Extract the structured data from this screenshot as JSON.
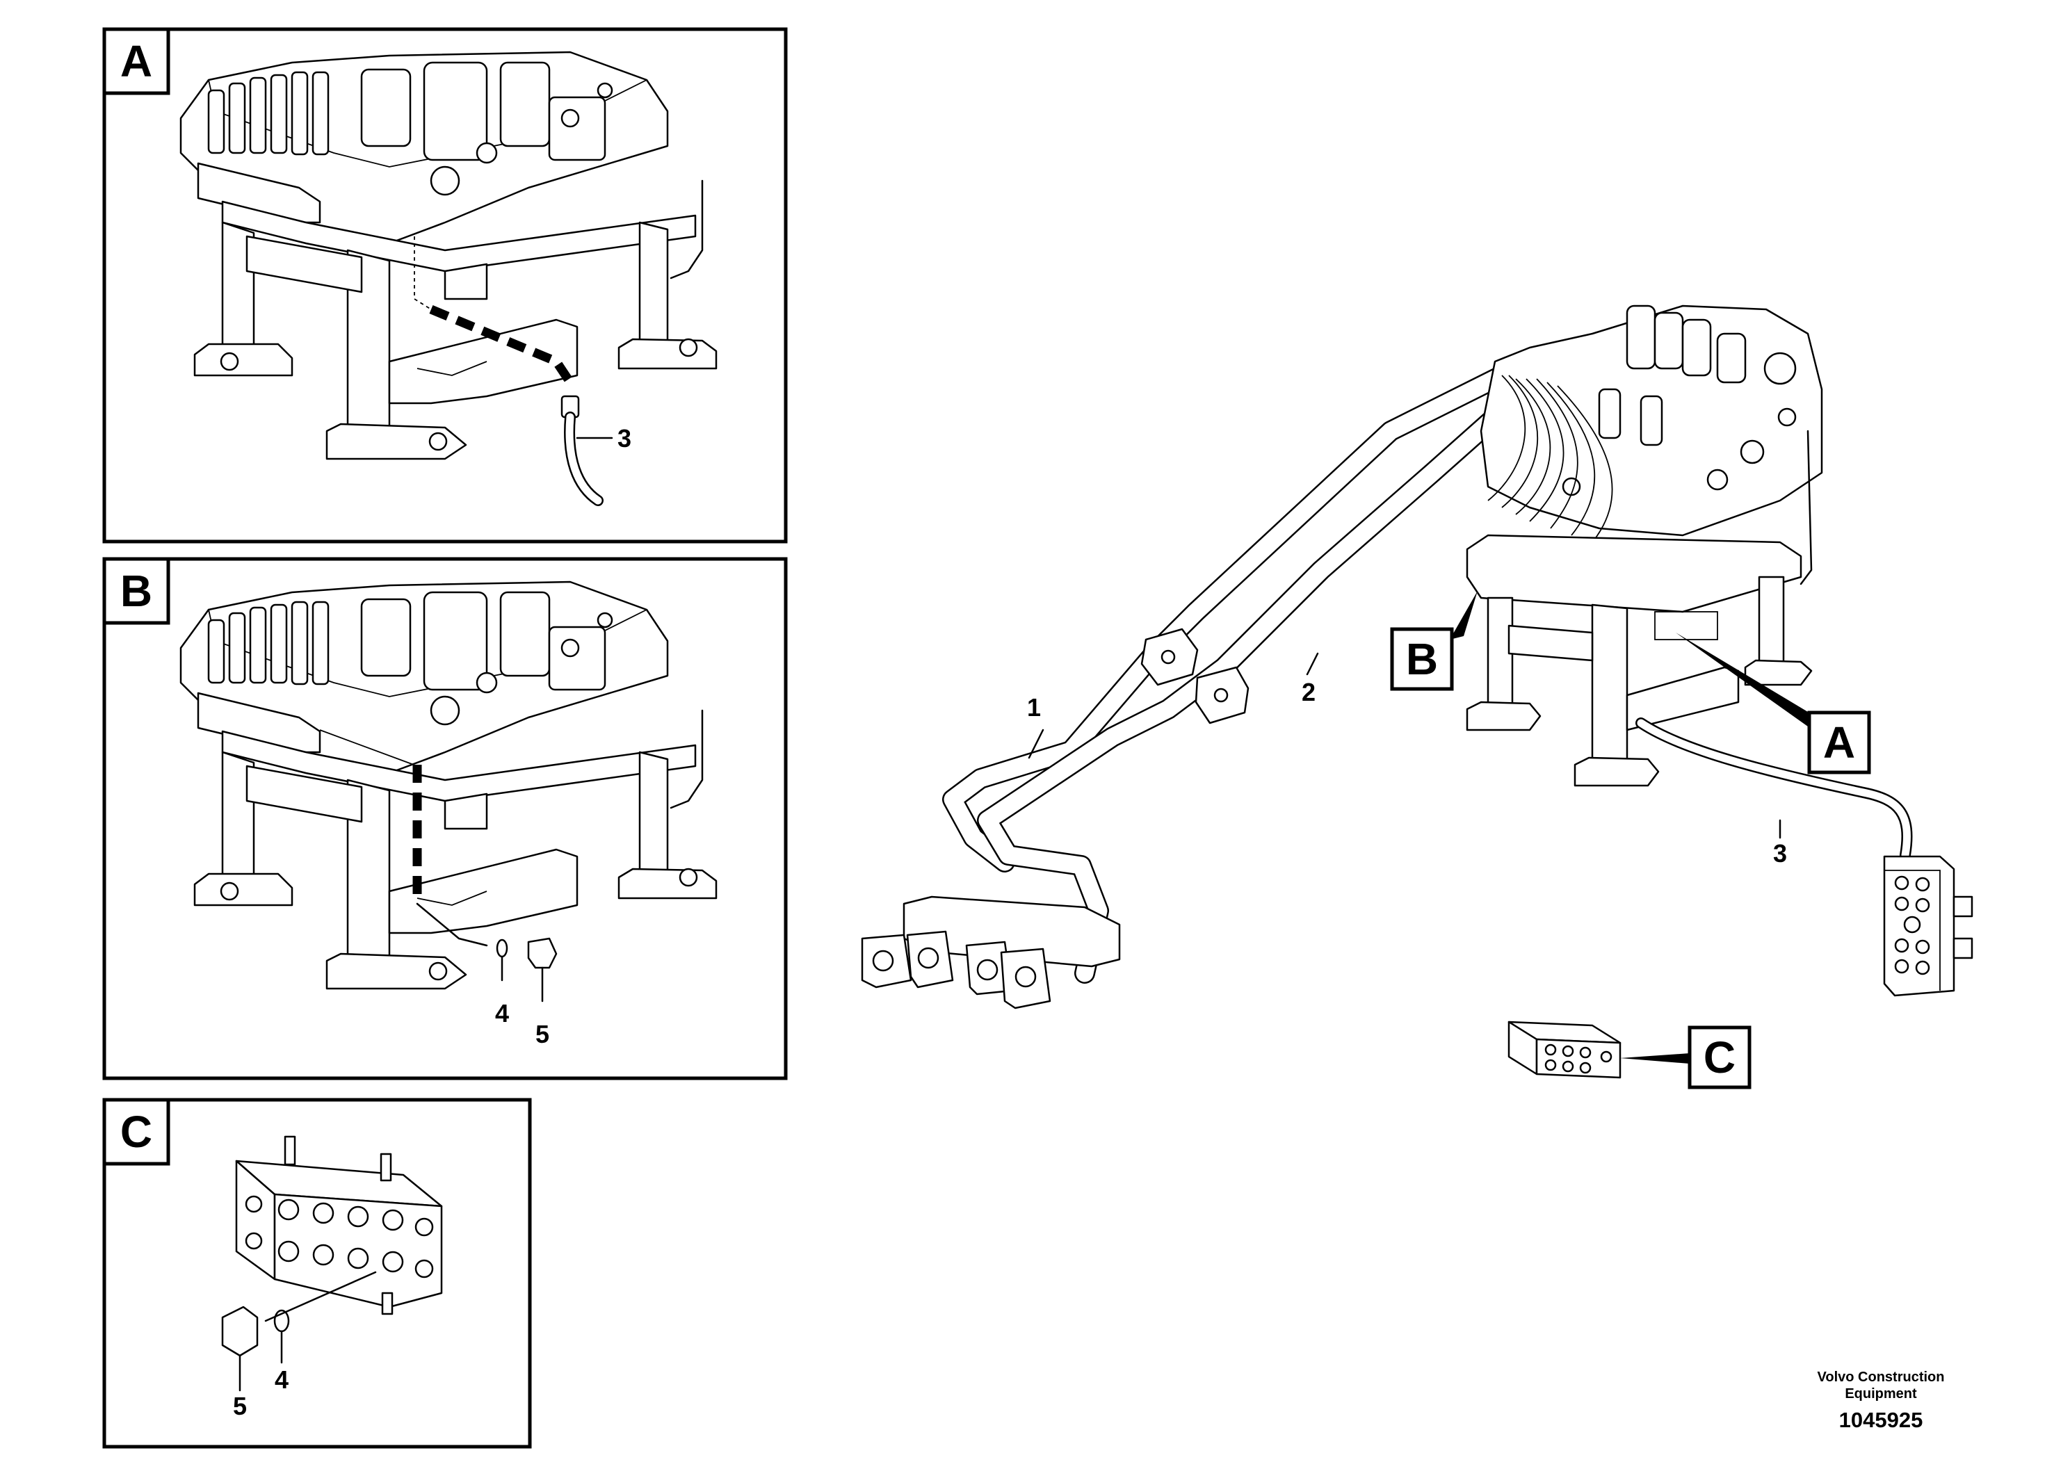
{
  "panels": {
    "a": {
      "label": "A",
      "item_labels": [
        "3"
      ]
    },
    "b": {
      "label": "B",
      "item_labels": [
        "4",
        "5"
      ]
    },
    "c": {
      "label": "C",
      "item_labels": [
        "5",
        "4"
      ]
    }
  },
  "main_view": {
    "item_labels": [
      "1",
      "2",
      "3"
    ],
    "callouts": [
      "B",
      "A",
      "C"
    ]
  },
  "footer": {
    "manufacturer_line1": "Volvo Construction",
    "manufacturer_line2": "Equipment",
    "drawing_number": "1045925"
  }
}
